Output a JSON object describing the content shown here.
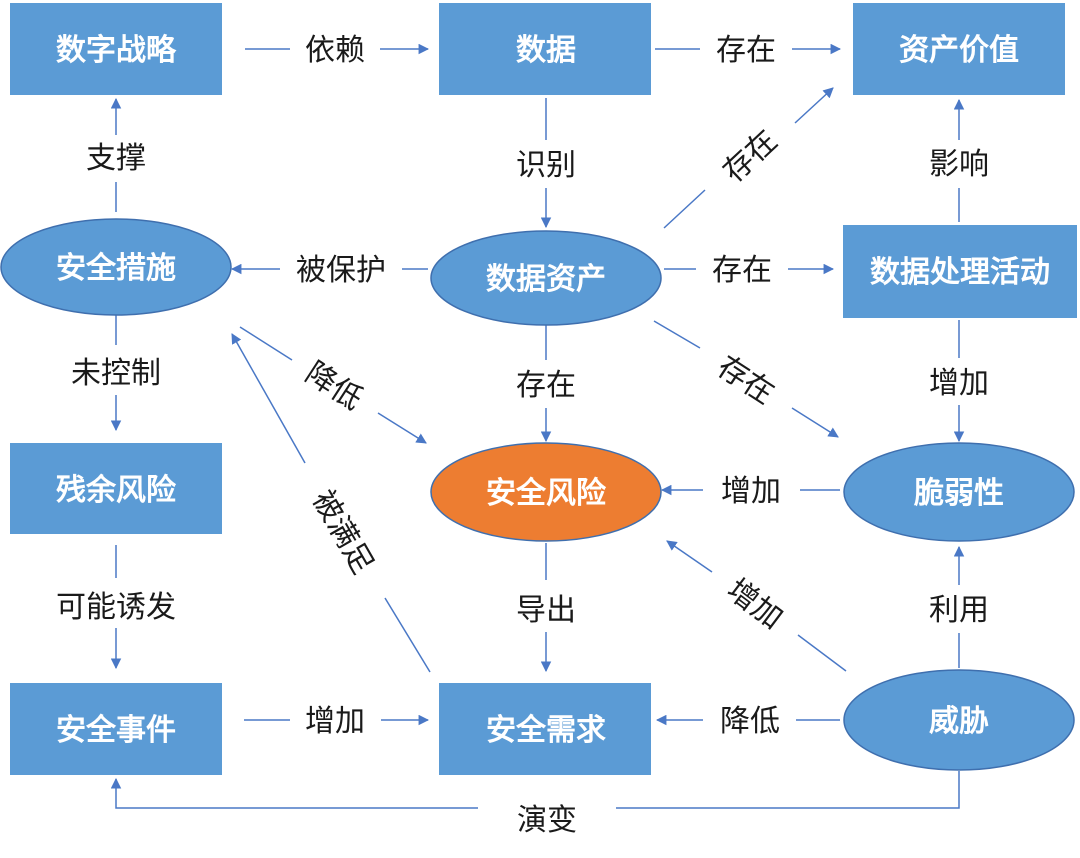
{
  "colors": {
    "node_blue": "#5b9bd5",
    "node_orange": "#ed7d31",
    "arrow": "#4a78c6",
    "text_dark": "#1a1a1a"
  },
  "nodes": {
    "digital_strategy": "数字战略",
    "data": "数据",
    "asset_value": "资产价值",
    "security_measures": "安全措施",
    "data_asset": "数据资产",
    "data_processing": "数据处理活动",
    "residual_risk": "残余风险",
    "security_risk": "安全风险",
    "vulnerability": "脆弱性",
    "security_event": "安全事件",
    "security_requirement": "安全需求",
    "threat": "威胁"
  },
  "edges": {
    "depends": "依赖",
    "exists_data_value": "存在",
    "supports": "支撑",
    "identifies": "识别",
    "exists_asset_value": "存在",
    "influences": "影响",
    "protected": "被保护",
    "exists_asset_processing": "存在",
    "uncontrolled": "未控制",
    "reduces_measure_risk": "降低",
    "exists_asset_risk": "存在",
    "exists_asset_vuln": "存在",
    "increases_processing_vuln": "增加",
    "satisfied": "被满足",
    "increases_vuln_risk": "增加",
    "may_trigger": "可能诱发",
    "derives": "导出",
    "increases_threat_risk": "增加",
    "exploits": "利用",
    "increases_event_req": "增加",
    "reduces_threat_req": "降低",
    "evolves": "演变"
  }
}
